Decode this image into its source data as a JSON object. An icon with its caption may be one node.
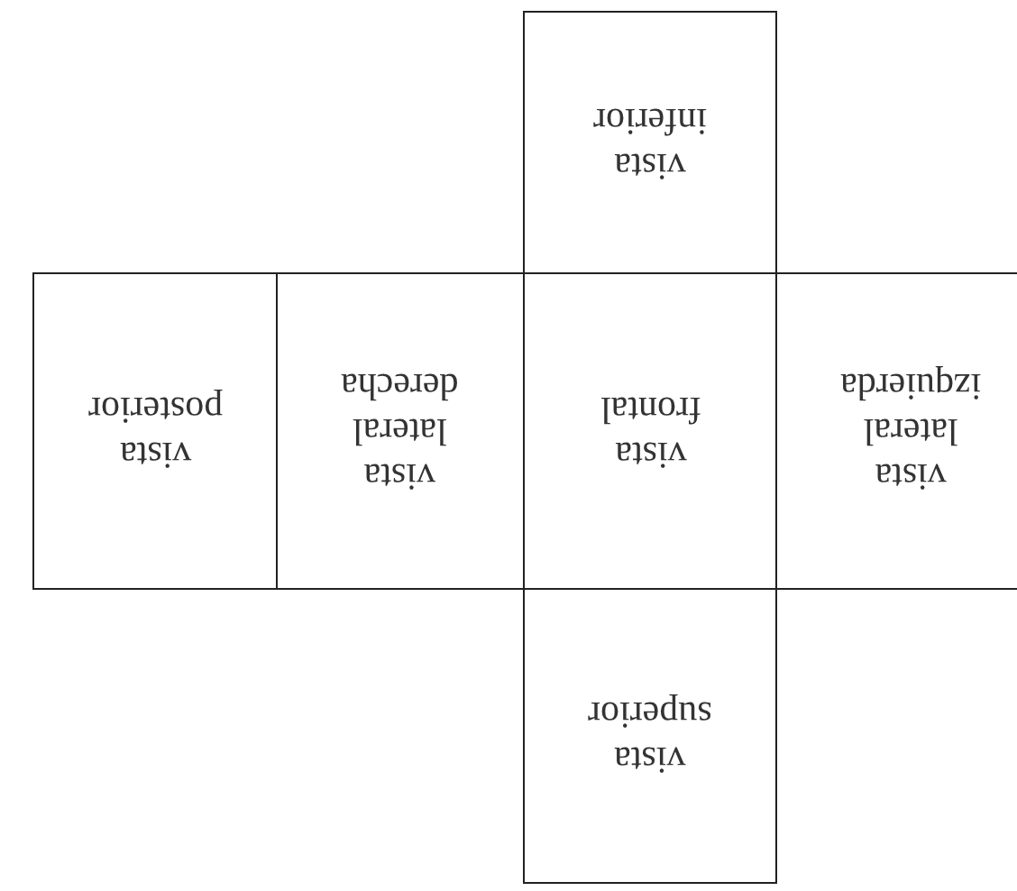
{
  "diagram": {
    "nodes": [
      {
        "text": [
          "vista inferior"
        ]
      },
      {
        "text": [
          "vista posterior"
        ]
      },
      {
        "text": [
          "vista lateral derecha"
        ]
      },
      {
        "text": [
          "vista frontal"
        ]
      },
      {
        "text": [
          "vista lateral izquierda"
        ]
      },
      {
        "text": [
          "vista superior"
        ]
      }
    ]
  }
}
